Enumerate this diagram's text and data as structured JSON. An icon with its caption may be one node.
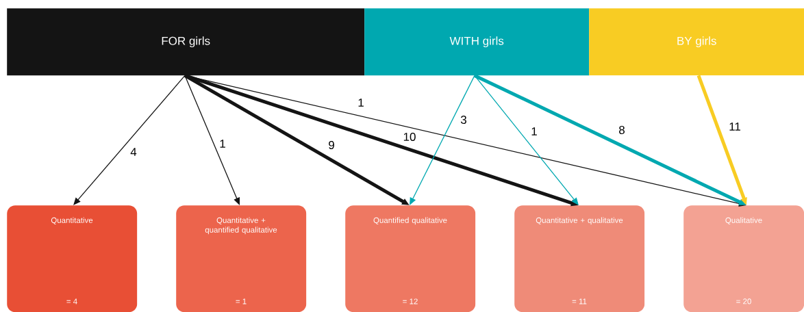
{
  "diagram": {
    "nodes": [
      {
        "text": [
          "FOR girls"
        ]
      },
      {
        "text": [
          "WITH girls"
        ]
      },
      {
        "text": [
          "BY girls"
        ]
      },
      {
        "text": [
          "Quantitative",
          "= 4"
        ]
      },
      {
        "text": [
          "Quantitative + quantified qualitative",
          "= 1"
        ]
      },
      {
        "text": [
          "Quantified qualitative",
          "= 12"
        ]
      },
      {
        "text": [
          "Quantitative + qualitative",
          "= 11"
        ]
      },
      {
        "text": [
          "Qualitative",
          "= 20"
        ]
      }
    ],
    "edges": [
      {
        "from": 0,
        "to": 3,
        "arrow": "to",
        "label": "4"
      },
      {
        "from": 0,
        "to": 4,
        "arrow": "to",
        "label": "1"
      },
      {
        "from": 0,
        "to": 5,
        "arrow": "to",
        "label": "9",
        "style": "thick"
      },
      {
        "from": 0,
        "to": 6,
        "arrow": "to",
        "label": "10",
        "style": "thick"
      },
      {
        "from": 0,
        "to": 7,
        "arrow": "to",
        "label": "1"
      },
      {
        "from": 1,
        "to": 5,
        "arrow": "to",
        "label": "3",
        "color": "#00a8b0"
      },
      {
        "from": 1,
        "to": 6,
        "arrow": "to",
        "label": "1",
        "color": "#00a8b0"
      },
      {
        "from": 1,
        "to": 7,
        "arrow": "to",
        "label": "8",
        "style": "thick",
        "color": "#00a8b0"
      },
      {
        "from": 2,
        "to": 7,
        "arrow": "to",
        "label": "11",
        "style": "thick",
        "color": "#f8cc23"
      }
    ]
  }
}
